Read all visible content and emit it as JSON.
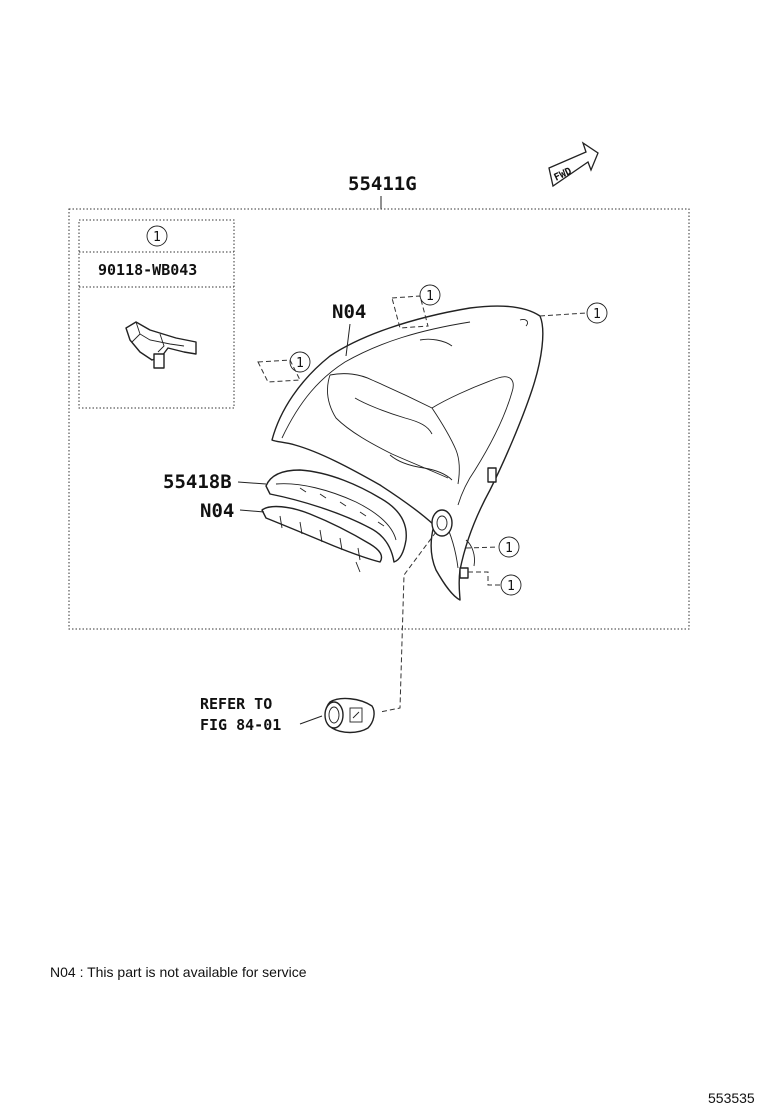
{
  "diagram": {
    "assembly_label": "55411G",
    "fwd_label": "FWD",
    "legend": {
      "ref_symbol": "1",
      "part_number": "90118-WB043"
    },
    "callouts": {
      "n04_top": "N04",
      "part_55418b": "55418B",
      "n04_bottom": "N04"
    },
    "ref_markers": [
      "1",
      "1",
      "1",
      "1",
      "1"
    ],
    "refer_to": {
      "line1": "REFER TO",
      "line2": "FIG 84-01"
    },
    "footnote": "N04 : This part is not available for service",
    "figure_number": "553535"
  }
}
